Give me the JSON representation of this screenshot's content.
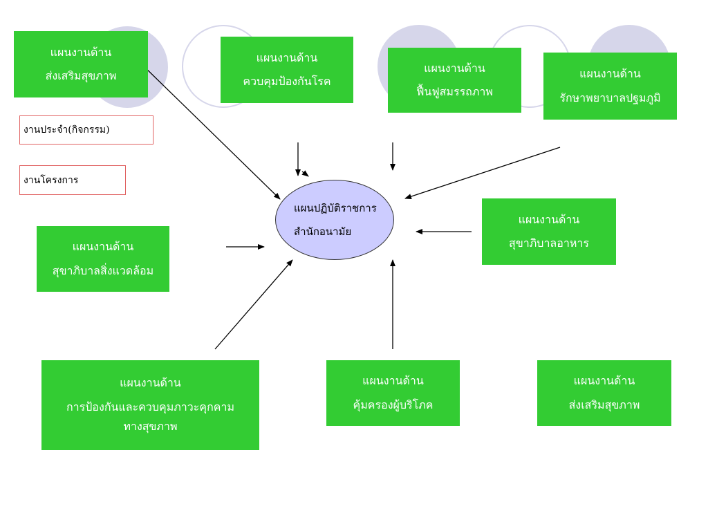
{
  "center": {
    "line1": "แผนปฏิบัติราชการ",
    "line2": "สำนักอนามัย"
  },
  "legend": {
    "routine": "งานประจำ(กิจกรรม)",
    "project": "งานโครงการ"
  },
  "plans": {
    "promotion_top": {
      "line1": "แผนงานด้าน",
      "line2": "ส่งเสริมสุขภาพ"
    },
    "disease_control": {
      "line1": "แผนงานด้าน",
      "line2": "ควบคุมป้องกันโรค"
    },
    "rehabilitation": {
      "line1": "แผนงานด้าน",
      "line2": "ฟื้นฟูสมรรถภาพ"
    },
    "primary_care": {
      "line1": "แผนงานด้าน",
      "line2": "รักษาพยาบาลปฐมภูมิ"
    },
    "environment": {
      "line1": "แผนงานด้าน",
      "line2": "สุขาภิบาลสิ่งแวดล้อม"
    },
    "food_sanitation": {
      "line1": "แผนงานด้าน",
      "line2": "สุขาภิบาลอาหาร"
    },
    "threat_prevention": {
      "line1": "แผนงานด้าน",
      "line2": "การป้องกันและควบคุมภาวะคุกคาม",
      "line3": "ทางสุขภาพ"
    },
    "consumer_protection": {
      "line1": "แผนงานด้าน",
      "line2": "คุ้มครองผู้บริโภค"
    },
    "promotion_bottom": {
      "line1": "แผนงานด้าน",
      "line2": "ส่งเสริมสุขภาพ"
    }
  },
  "colors": {
    "box": "#33cc33",
    "ellipse": "#ccccff",
    "legend_border": "#e06060",
    "circle": "#d6d6ea"
  }
}
